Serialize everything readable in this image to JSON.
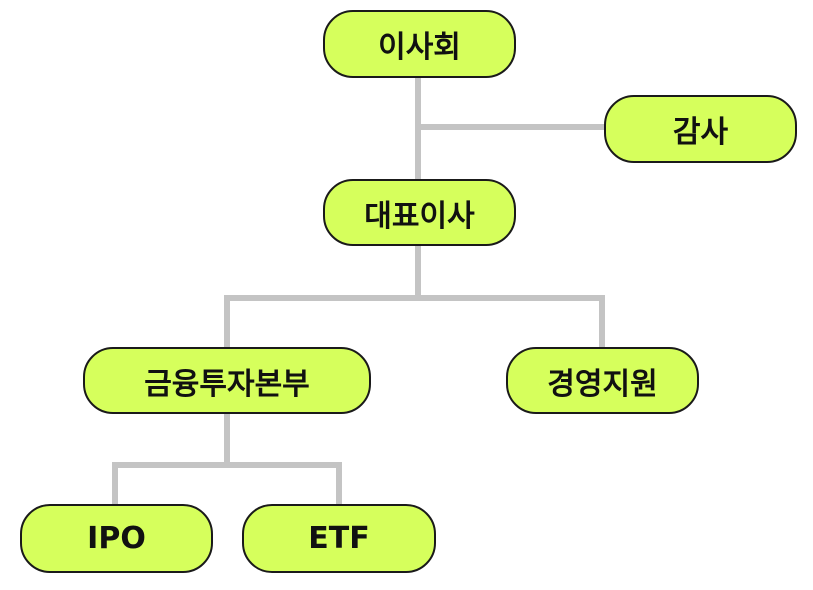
{
  "colors": {
    "node_fill": "#d6ff5c",
    "node_border": "#1a1a1a",
    "connector": "#c4c4c4",
    "background": "#ffffff"
  },
  "org": {
    "board": "이사회",
    "auditor": "감사",
    "ceo": "대표이사",
    "finance_division": "금융투자본부",
    "management_support": "경영지원",
    "ipo": "IPO",
    "etf": "ETF"
  }
}
